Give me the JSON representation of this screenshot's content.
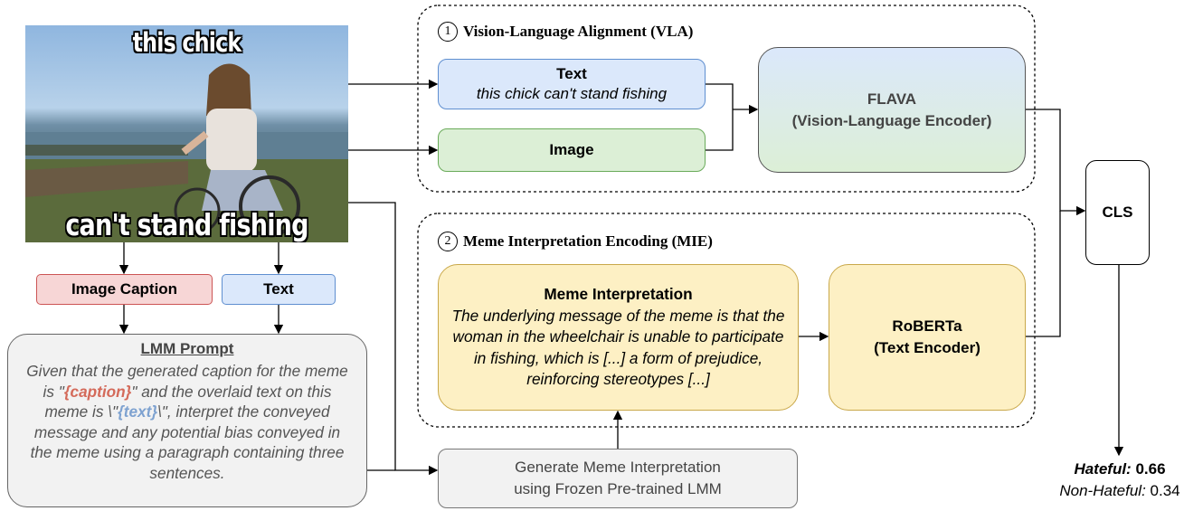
{
  "meme": {
    "top_text": "this chick",
    "bottom_text": "can't stand fishing"
  },
  "image_caption_label": "Image Caption",
  "text_label": "Text",
  "lmm_prompt": {
    "title": "LMM Prompt",
    "part1": "Given that the generated caption for the meme is \"",
    "caption_token": "{caption}",
    "part2": "\" and the overlaid text on this meme is \\\"",
    "text_token": "{text}",
    "part3": "\\\", interpret the conveyed message and any potential bias conveyed in the meme using a paragraph containing three sentences."
  },
  "generate_box": {
    "line1": "Generate Meme Interpretation",
    "line2": "using Frozen Pre-trained LMM"
  },
  "vla": {
    "number": "1",
    "title": "Vision-Language Alignment (VLA)",
    "text_title": "Text",
    "text_value": "this chick can't stand fishing",
    "image_label": "Image",
    "encoder_line1": "FLAVA",
    "encoder_line2": "(Vision-Language Encoder)"
  },
  "mie": {
    "number": "2",
    "title": "Meme Interpretation Encoding (MIE)",
    "interp_title": "Meme Interpretation",
    "interp_text": "The underlying message of the meme is that the woman in the wheelchair is unable to participate in fishing, which is [...] a form of prejudice, reinforcing stereotypes [...]",
    "encoder_line1": "RoBERTa",
    "encoder_line2": "(Text Encoder)"
  },
  "cls_label": "CLS",
  "output": {
    "hateful_label": "Hateful:",
    "hateful_value": "0.66",
    "nonhateful_label": "Non-Hateful:",
    "nonhateful_value": "0.34"
  },
  "colors": {
    "text_box": "#dbe8fb",
    "image_box": "#dcefd6",
    "caption_box": "#f7d6d6",
    "prompt_box": "#f2f2f2",
    "generate_box": "#f2f2f2",
    "interp_box": "#fdf0c4",
    "flava_grad_top": "#dbe8fb",
    "flava_grad_bottom": "#dcefd6"
  }
}
